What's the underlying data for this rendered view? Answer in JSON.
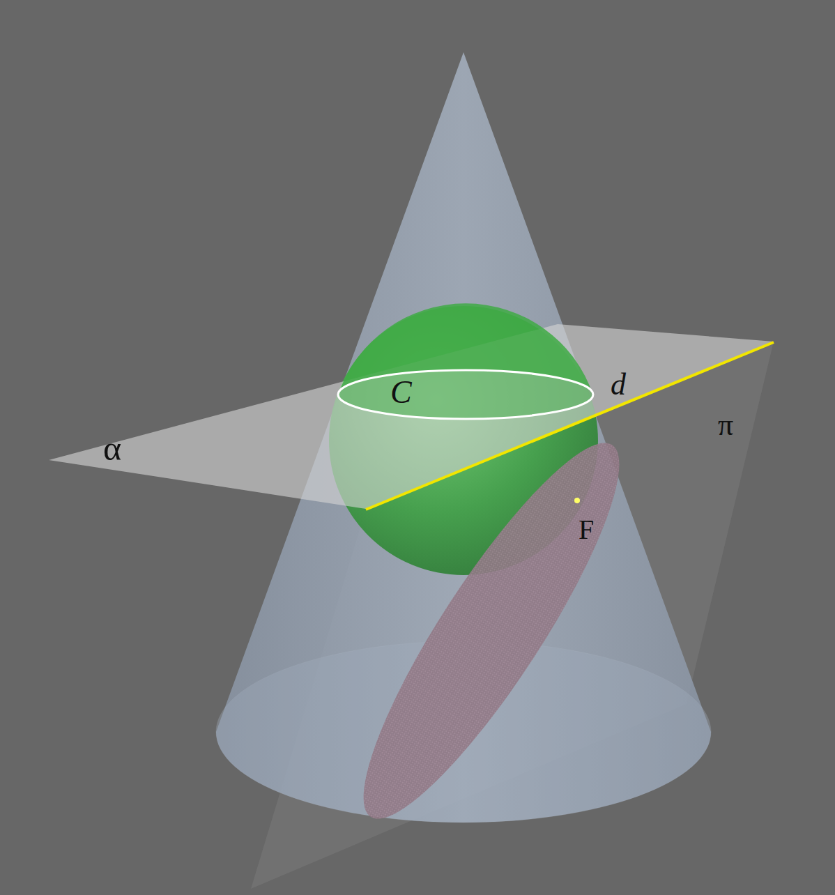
{
  "diagram": {
    "labels": [
      "α",
      "C",
      "d",
      "π",
      "F"
    ]
  }
}
